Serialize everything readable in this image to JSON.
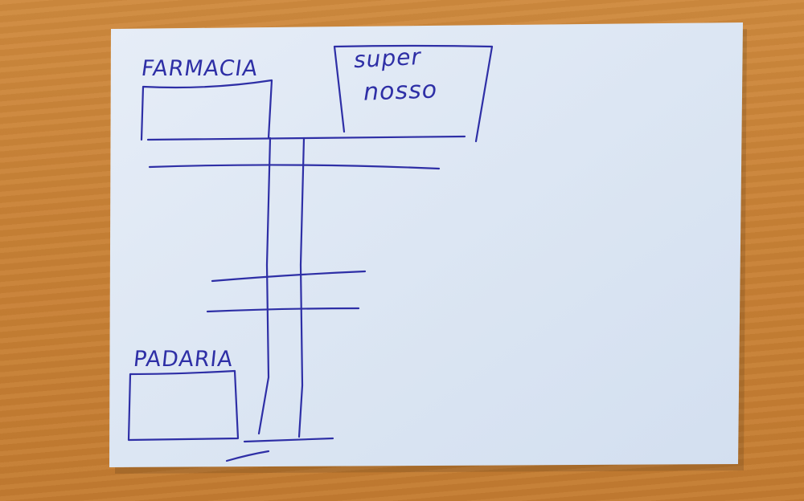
{
  "colors": {
    "table": "#c98236",
    "paper": "#dde7f4",
    "ink": "#2e2fa6"
  },
  "map": {
    "labels": {
      "farmacia": "FARMACIA",
      "super_line1": "super",
      "super_line2": "nosso",
      "padaria": "PADARIA"
    }
  }
}
